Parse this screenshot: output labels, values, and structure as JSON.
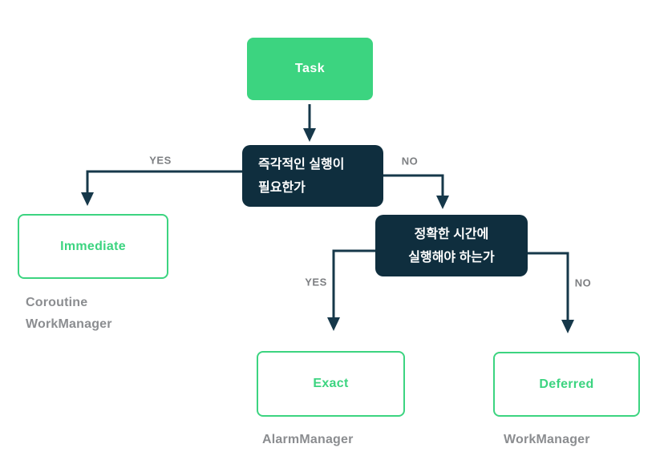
{
  "colors": {
    "green": "#3cd480",
    "dark": "#0f2e3e",
    "arrow": "#16384a",
    "label-gray": "#7d7f82",
    "text-gray": "#8b8d90",
    "white": "#ffffff"
  },
  "nodes": {
    "task": {
      "label": "Task"
    },
    "decision_immediate": {
      "line1": "즉각적인 실행이",
      "line2": "필요한가"
    },
    "decision_exact_time": {
      "line1": "정확한 시간에",
      "line2": "실행해야 하는가"
    },
    "immediate": {
      "label": "Immediate"
    },
    "exact": {
      "label": "Exact"
    },
    "deferred": {
      "label": "Deferred"
    }
  },
  "annotations": {
    "immediate_apis": [
      "Coroutine",
      "WorkManager"
    ],
    "exact_api": "AlarmManager",
    "deferred_api": "WorkManager"
  },
  "edge_labels": {
    "yes1": "YES",
    "no1": "NO",
    "yes2": "YES",
    "no2": "NO"
  }
}
